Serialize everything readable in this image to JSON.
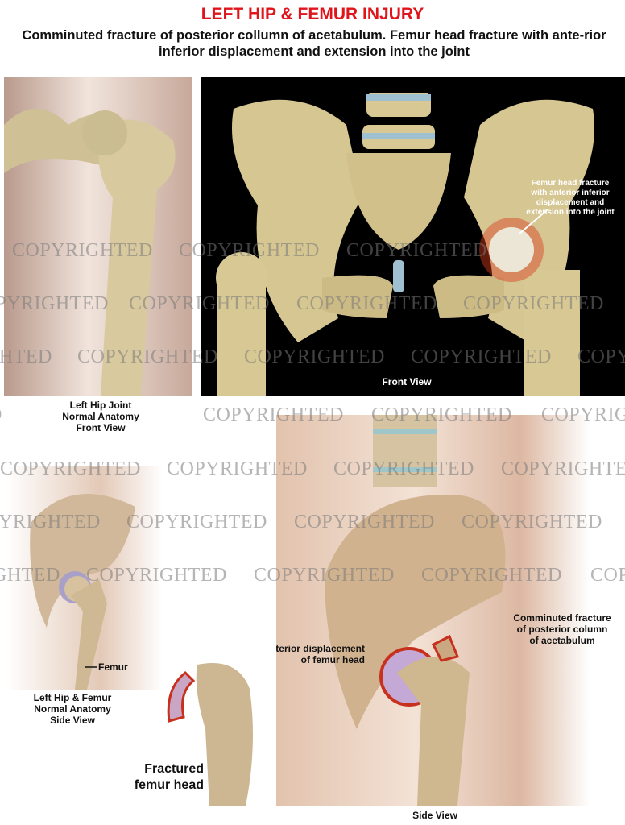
{
  "header": {
    "title": "LEFT HIP & FEMUR INJURY",
    "subtitle": "Comminuted fracture of posterior collumn of acetabulum.  Femur head fracture with ante-rior inferior displacement  and extension into the joint"
  },
  "panels": {
    "normal_front": {
      "caption_lines": [
        "Left Hip Joint",
        "Normal Anatomy",
        "Front View"
      ]
    },
    "front_view": {
      "caption": "Front View",
      "callout_lines": [
        "Femur head fracture",
        "with anterior inferior",
        "displacement  and",
        "extension into the joint"
      ]
    },
    "normal_side": {
      "femur_label": "Femur",
      "caption_lines": [
        "Left Hip & Femur",
        "Normal Anatomy",
        "Side View"
      ]
    },
    "fractured_head": {
      "caption_lines": [
        "Fractured",
        "femur head"
      ]
    },
    "side_view": {
      "caption": "Side View",
      "callout_posterior_lines": [
        "Posterior displacement",
        "of femur head"
      ],
      "callout_comminuted_lines": [
        "Comminuted fracture",
        "of posterior column",
        "of acetabulum"
      ]
    }
  },
  "watermark": {
    "text": "COPYRIGHTED"
  },
  "colors": {
    "title": "#e0141b",
    "bone": "#d9c99a",
    "background_dark": "#000000",
    "skin": "#d9b8a0",
    "fracture": "#c8301e",
    "cartilage": "#a7c4d6"
  }
}
